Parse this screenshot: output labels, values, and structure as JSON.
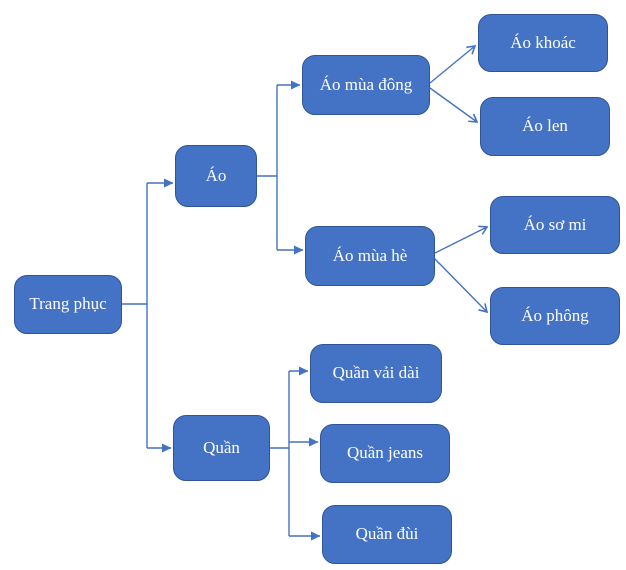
{
  "diagram": {
    "type": "tree",
    "colors": {
      "background": "#ffffff",
      "node_fill": "#4472C4",
      "node_border": "#2F5597",
      "node_text": "#ffffff",
      "connector": "#4472C4"
    },
    "nodes": [
      {
        "id": "trang-phuc",
        "label": "Trang phục",
        "level": 0
      },
      {
        "id": "ao",
        "label": "Áo",
        "level": 1
      },
      {
        "id": "quan",
        "label": "Quần",
        "level": 1
      },
      {
        "id": "ao-mua-dong",
        "label": "Áo mùa đông",
        "level": 2
      },
      {
        "id": "ao-mua-he",
        "label": "Áo mùa hè",
        "level": 2
      },
      {
        "id": "ao-khoac",
        "label": "Áo khoác",
        "level": 3
      },
      {
        "id": "ao-len",
        "label": "Áo len",
        "level": 3
      },
      {
        "id": "ao-so-mi",
        "label": "Áo sơ mi",
        "level": 3
      },
      {
        "id": "ao-phong",
        "label": "Áo phông",
        "level": 3
      },
      {
        "id": "quan-vai-dai",
        "label": "Quần vải dài",
        "level": 2
      },
      {
        "id": "quan-jeans",
        "label": "Quần jeans",
        "level": 2
      },
      {
        "id": "quan-dui",
        "label": "Quần đùi",
        "level": 2
      }
    ],
    "edges": [
      {
        "from": "trang-phuc",
        "to": "ao",
        "style": "elbow",
        "arrowhead": "triangle"
      },
      {
        "from": "trang-phuc",
        "to": "quan",
        "style": "elbow",
        "arrowhead": "triangle"
      },
      {
        "from": "ao",
        "to": "ao-mua-dong",
        "style": "elbow",
        "arrowhead": "triangle"
      },
      {
        "from": "ao",
        "to": "ao-mua-he",
        "style": "elbow",
        "arrowhead": "triangle"
      },
      {
        "from": "ao-mua-dong",
        "to": "ao-khoac",
        "style": "straight",
        "arrowhead": "open-vee"
      },
      {
        "from": "ao-mua-dong",
        "to": "ao-len",
        "style": "straight",
        "arrowhead": "open-vee"
      },
      {
        "from": "ao-mua-he",
        "to": "ao-so-mi",
        "style": "straight",
        "arrowhead": "open-vee"
      },
      {
        "from": "ao-mua-he",
        "to": "ao-phong",
        "style": "straight",
        "arrowhead": "open-vee"
      },
      {
        "from": "quan",
        "to": "quan-vai-dai",
        "style": "elbow",
        "arrowhead": "triangle"
      },
      {
        "from": "quan",
        "to": "quan-jeans",
        "style": "elbow",
        "arrowhead": "triangle"
      },
      {
        "from": "quan",
        "to": "quan-dui",
        "style": "elbow",
        "arrowhead": "triangle"
      }
    ]
  }
}
